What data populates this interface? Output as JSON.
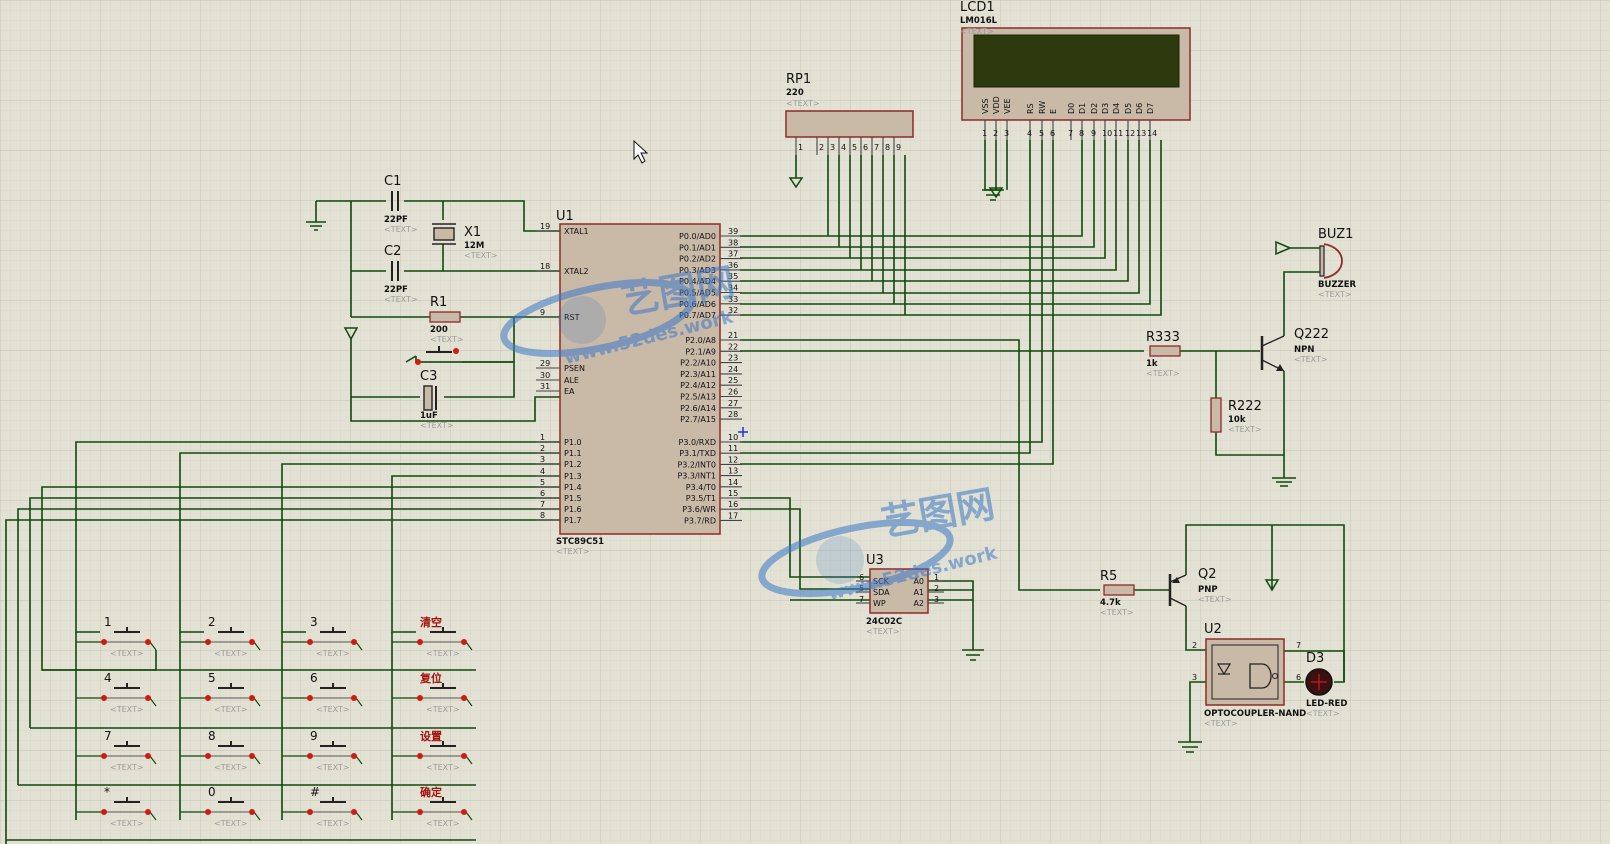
{
  "schematic": {
    "mcu": {
      "ref": "U1",
      "part": "STC89C51",
      "placeholder": "<TEXT>",
      "left_pins": [
        {
          "num": "19",
          "label": "XTAL1"
        },
        {
          "num": "18",
          "label": "XTAL2"
        },
        {
          "num": "9",
          "label": "RST"
        },
        {
          "num": "29",
          "label": "PSEN"
        },
        {
          "num": "30",
          "label": "ALE"
        },
        {
          "num": "31",
          "label": "EA"
        },
        {
          "num": "1",
          "label": "P1.0"
        },
        {
          "num": "2",
          "label": "P1.1"
        },
        {
          "num": "3",
          "label": "P1.2"
        },
        {
          "num": "4",
          "label": "P1.3"
        },
        {
          "num": "5",
          "label": "P1.4"
        },
        {
          "num": "6",
          "label": "P1.5"
        },
        {
          "num": "7",
          "label": "P1.6"
        },
        {
          "num": "8",
          "label": "P1.7"
        }
      ],
      "right_pins": [
        {
          "num": "39",
          "label": "P0.0/AD0"
        },
        {
          "num": "38",
          "label": "P0.1/AD1"
        },
        {
          "num": "37",
          "label": "P0.2/AD2"
        },
        {
          "num": "36",
          "label": "P0.3/AD3"
        },
        {
          "num": "35",
          "label": "P0.4/AD4"
        },
        {
          "num": "34",
          "label": "P0.5/AD5"
        },
        {
          "num": "33",
          "label": "P0.6/AD6"
        },
        {
          "num": "32",
          "label": "P0.7/AD7"
        },
        {
          "num": "21",
          "label": "P2.0/A8"
        },
        {
          "num": "22",
          "label": "P2.1/A9"
        },
        {
          "num": "23",
          "label": "P2.2/A10"
        },
        {
          "num": "24",
          "label": "P2.3/A11"
        },
        {
          "num": "25",
          "label": "P2.4/A12"
        },
        {
          "num": "26",
          "label": "P2.5/A13"
        },
        {
          "num": "27",
          "label": "P2.6/A14"
        },
        {
          "num": "28",
          "label": "P2.7/A15"
        },
        {
          "num": "10",
          "label": "P3.0/RXD"
        },
        {
          "num": "11",
          "label": "P3.1/TXD"
        },
        {
          "num": "12",
          "label": "P3.2/INT0"
        },
        {
          "num": "13",
          "label": "P3.3/INT1"
        },
        {
          "num": "14",
          "label": "P3.4/T0"
        },
        {
          "num": "15",
          "label": "P3.5/T1"
        },
        {
          "num": "16",
          "label": "P3.6/WR"
        },
        {
          "num": "17",
          "label": "P3.7/RD"
        }
      ]
    },
    "lcd": {
      "ref": "LCD1",
      "part": "LM016L",
      "placeholder": "<TEXT>",
      "pins": [
        {
          "num": "1",
          "label": "VSS"
        },
        {
          "num": "2",
          "label": "VDD"
        },
        {
          "num": "3",
          "label": "VEE"
        },
        {
          "num": "4",
          "label": "RS"
        },
        {
          "num": "5",
          "label": "RW"
        },
        {
          "num": "6",
          "label": "E"
        },
        {
          "num": "7",
          "label": "D0"
        },
        {
          "num": "8",
          "label": "D1"
        },
        {
          "num": "9",
          "label": "D2"
        },
        {
          "num": "10",
          "label": "D3"
        },
        {
          "num": "11",
          "label": "D4"
        },
        {
          "num": "12",
          "label": "D5"
        },
        {
          "num": "13",
          "label": "D6"
        },
        {
          "num": "14",
          "label": "D7"
        }
      ]
    },
    "rp1": {
      "ref": "RP1",
      "value": "220",
      "placeholder": "<TEXT>",
      "pins": [
        "1",
        "2",
        "3",
        "4",
        "5",
        "6",
        "7",
        "8",
        "9"
      ]
    },
    "c1": {
      "ref": "C1",
      "value": "22PF",
      "placeholder": "<TEXT>"
    },
    "c2": {
      "ref": "C2",
      "value": "22PF",
      "placeholder": "<TEXT>"
    },
    "c3": {
      "ref": "C3",
      "value": "1uF",
      "placeholder": "<TEXT>"
    },
    "x1": {
      "ref": "X1",
      "value": "12M",
      "placeholder": "<TEXT>"
    },
    "r1": {
      "ref": "R1",
      "value": "200",
      "placeholder": "<TEXT>"
    },
    "buzzer": {
      "ref": "BUZ1",
      "value": "BUZZER",
      "placeholder": "<TEXT>"
    },
    "r333": {
      "ref": "R333",
      "value": "1k",
      "placeholder": "<TEXT>"
    },
    "r222": {
      "ref": "R222",
      "value": "10k",
      "placeholder": "<TEXT>"
    },
    "q222": {
      "ref": "Q222",
      "value": "NPN",
      "placeholder": "<TEXT>"
    },
    "r5": {
      "ref": "R5",
      "value": "4.7k",
      "placeholder": "<TEXT>"
    },
    "q2": {
      "ref": "Q2",
      "value": "PNP",
      "placeholder": "<TEXT>"
    },
    "eeprom": {
      "ref": "U3",
      "part": "24C02C",
      "placeholder": "<TEXT>",
      "left_pins": [
        {
          "num": "6",
          "label": "SCK"
        },
        {
          "num": "5",
          "label": "SDA"
        },
        {
          "num": "7",
          "label": "WP"
        }
      ],
      "right_pins": [
        {
          "num": "1",
          "label": "A0"
        },
        {
          "num": "2",
          "label": "A1"
        },
        {
          "num": "3",
          "label": "A2"
        }
      ]
    },
    "optocoupler": {
      "ref": "U2",
      "part": "OPTOCOUPLER-NAND",
      "placeholder": "<TEXT>",
      "pins": [
        "2",
        "3",
        "7",
        "6"
      ]
    },
    "led": {
      "ref": "D3",
      "value": "LED-RED",
      "placeholder": "<TEXT>"
    },
    "keypad": {
      "placeholder": "<TEXT>",
      "rows": [
        [
          "1",
          "2",
          "3",
          "清空"
        ],
        [
          "4",
          "5",
          "6",
          "复位"
        ],
        [
          "7",
          "8",
          "9",
          "设置"
        ],
        [
          "*",
          "0",
          "#",
          "确定"
        ]
      ]
    },
    "watermark": {
      "brand": "艺图网",
      "url": "www.52des.work"
    },
    "colors": {
      "background": "#e2e1d3",
      "grid": "#cfcdbd",
      "wire": "#0f4a0f",
      "component_body": "#c9b9a7",
      "component_outline": "#8e2b28",
      "lcd_screen": "#2c3a0d",
      "watermark": "#3a78c8"
    }
  }
}
